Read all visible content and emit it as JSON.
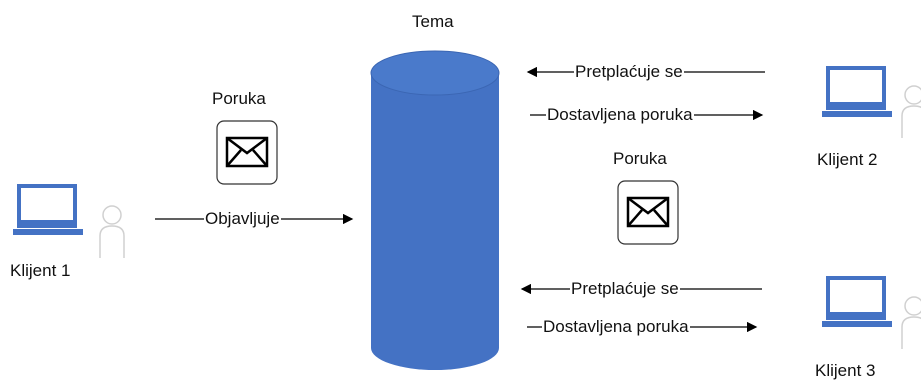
{
  "topic": {
    "label": "Tema"
  },
  "message_labels": {
    "left": "Poruka",
    "right": "Poruka"
  },
  "clients": [
    {
      "name": "Klijent 1"
    },
    {
      "name": "Klijent 2"
    },
    {
      "name": "Klijent 3"
    }
  ],
  "arrows": {
    "publish": "Objavljuje",
    "subscribe_2": "Pretplaćuje se",
    "deliver_2": "Dostavljena poruka",
    "subscribe_3": "Pretplaćuje se",
    "deliver_3": "Dostavljena poruka"
  },
  "colors": {
    "topic_fill": "#4472c4",
    "laptop": "#4472c4",
    "person_outline": "#d0d0d0",
    "arrow": "#000000"
  },
  "icons": {
    "topic": "cylinder-icon",
    "message": "envelope-icon",
    "client": "laptop-user-icon"
  }
}
